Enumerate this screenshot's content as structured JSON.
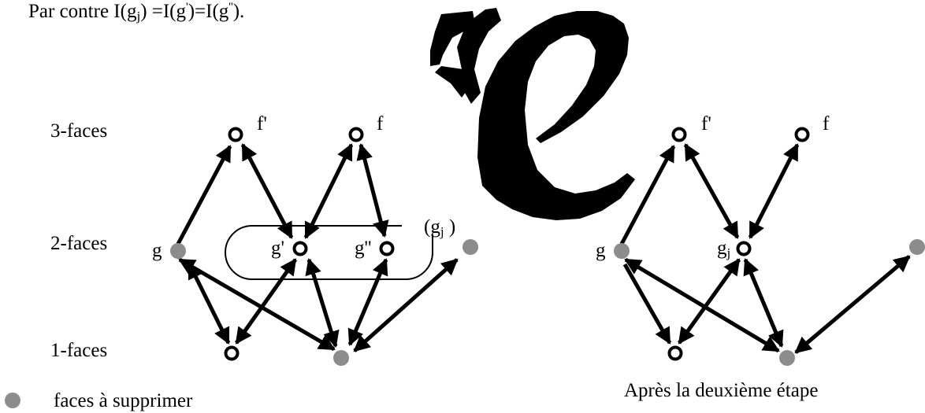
{
  "header_text": {
    "prefix": "Par contre I(g",
    "sub": "j",
    "mid": ") =I(g",
    "sup1": "'",
    "mid2": ")=I(g",
    "sup2": "''",
    "end": ")."
  },
  "levels": {
    "three_faces": "3-faces",
    "two_faces": "2-faces",
    "one_faces": "1-faces"
  },
  "left_graph": {
    "f_prime": "f'",
    "f": "f",
    "g": "g",
    "g_prime": "g'",
    "g_dprime": "g''",
    "gj_paren_open": "(g",
    "gj_sub": "j",
    "gj_paren_close": " )"
  },
  "right_graph": {
    "f_prime": "f'",
    "f": "f",
    "g": "g",
    "gj": "g",
    "gj_sub": "j",
    "caption": "Après la deuxième étape"
  },
  "legend": {
    "label": "faces à supprimer"
  },
  "colors": {
    "removed_face": "#8c8c8c",
    "ink": "#000000",
    "background": "#ffffff"
  },
  "logo": {
    "glyph": "e",
    "style": "pixelated black calligraphic letter"
  }
}
